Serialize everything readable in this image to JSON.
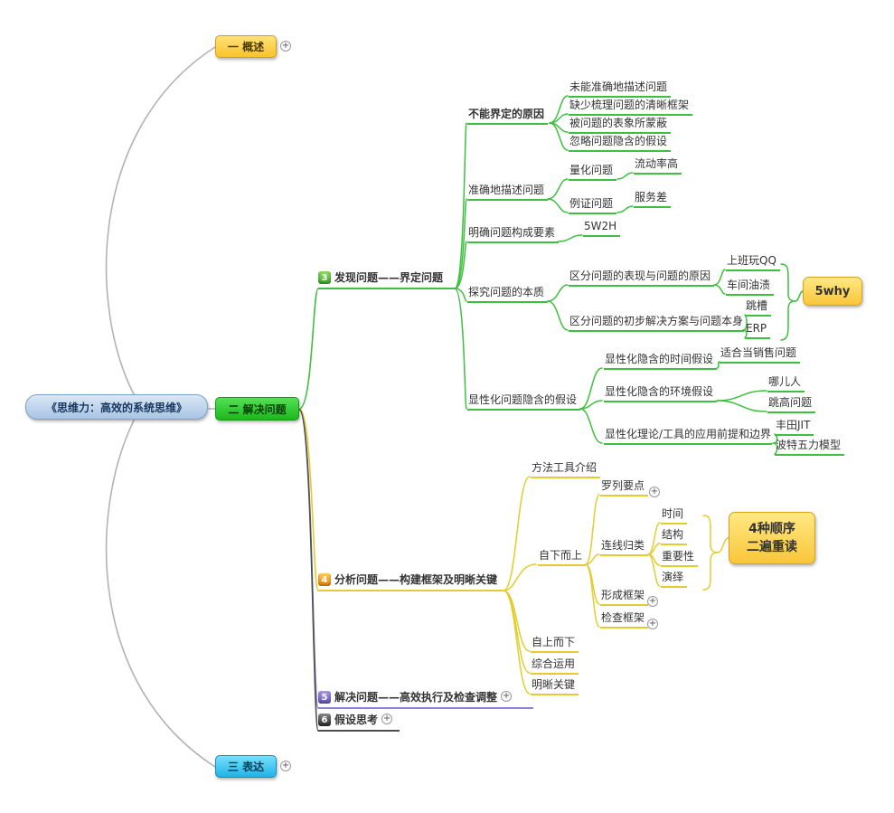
{
  "central": {
    "label": "《思维力：高效的系统思维》"
  },
  "main_topics": {
    "overview": "一 概述",
    "solve": "二 解决问题",
    "express": "三 表达"
  },
  "markers": {
    "m3": "3",
    "m4": "4",
    "m5": "5",
    "m6": "6"
  },
  "icons": {
    "plus": "+"
  },
  "topics": {
    "discover": "发现问题——界定问题",
    "analyze": "分析问题——构建框架及明晰关键",
    "execute": "解决问题——高效执行及检查调整",
    "hypothesis": "假设思考",
    "cannot_define": "不能界定的原因",
    "cd1": "未能准确地描述问题",
    "cd2": "缺少梳理问题的清晰框架",
    "cd3": "被问题的表象所蒙蔽",
    "cd4": "忽略问题隐含的假设",
    "describe": "准确地描述问题",
    "quantify": "量化问题",
    "flow_rate": "流动率高",
    "exemplify": "例证问题",
    "bad_service": "服务差",
    "elements": "明确问题构成要素",
    "w5h2": "5W2H",
    "essence": "探究问题的本质",
    "dist_cause": "区分问题的表现与问题的原因",
    "qq": "上班玩QQ",
    "grease": "车间油渍",
    "dist_solution": "区分问题的初步解决方案与问题本身",
    "job_hop": "跳槽",
    "erp": "ERP",
    "five_why": "5why",
    "explicit": "显性化问题隐含的假设",
    "time_assume": "显性化隐含的时间假设",
    "sales": "适合当销售问题",
    "env_assume": "显性化隐含的环境假设",
    "where_from": "哪儿人",
    "high_jump": "跳高问题",
    "theory_bound": "显性化理论/工具的应用前提和边界",
    "toyota": "丰田JIT",
    "porter": "波特五力模型",
    "method_intro": "方法工具介绍",
    "bottom_up": "自下而上",
    "list_points": "罗列要点",
    "connect_group": "连线归类",
    "time": "时间",
    "structure": "结构",
    "importance": "重要性",
    "deduction": "演绎",
    "four_orders_1": "4种顺序",
    "four_orders_2": "二遍重读",
    "form_frame": "形成框架",
    "check_frame": "检查框架",
    "top_down": "自上而下",
    "combined": "综合运用",
    "key_point": "明晰关键"
  },
  "colors": {
    "discover_branch": "#3fbf3f",
    "analyze_branch": "#e3cc2e",
    "execute_branch": "#8f7fd6",
    "hypothesis_branch": "#4d4d4d",
    "connector_gray": "#b3b3b3",
    "central_fill": "#aec8e8",
    "overview_fill": "#fbc32a",
    "solve_fill": "#2bd42b",
    "express_fill": "#2fc2ef",
    "callout_fill": "#fcd34d"
  }
}
